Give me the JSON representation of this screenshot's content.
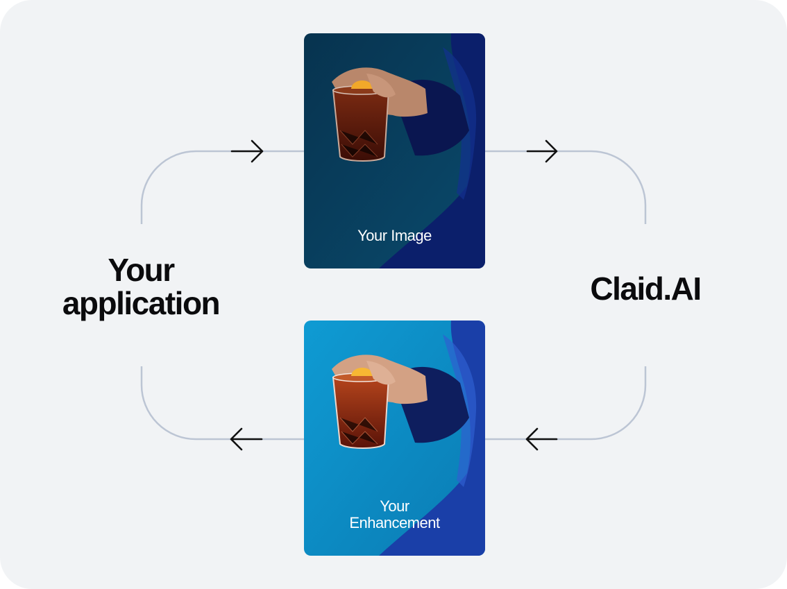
{
  "diagram": {
    "left_label": {
      "line1": "Your",
      "line2": "application"
    },
    "right_label": "Claid.AI",
    "top_card": {
      "caption": "Your Image"
    },
    "bottom_card": {
      "caption_line1": "Your",
      "caption_line2": "Enhancement"
    }
  },
  "colors": {
    "background": "#f1f3f5",
    "connector": "#bcc5d4",
    "arrow": "#111111",
    "input_image_bg": "#0a3d5e",
    "enhanced_image_bg": "#0f8fc6",
    "text": "#0b0b0d"
  },
  "icons": [
    "arrow-right-icon",
    "arrow-right-icon",
    "arrow-left-icon",
    "arrow-left-icon"
  ]
}
